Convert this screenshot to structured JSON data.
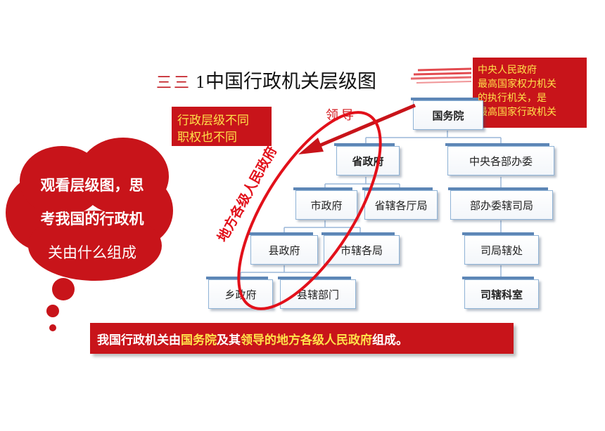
{
  "title": {
    "prefix": "三三",
    "number": "1",
    "text": "中国行政机关层级图"
  },
  "info_box": {
    "lines": [
      "中央人民政府",
      "最高国家权力机关",
      "的执行机关，是",
      "最高国家行政机关"
    ]
  },
  "difference_box": {
    "lines": [
      "行政层级不同",
      "职权也不同"
    ]
  },
  "lead_label": "领导",
  "circle_label": "地方各级人民政府",
  "thought_cloud": {
    "lines": [
      "观看层级图，思",
      "考我国的行政机",
      "关由什么组成"
    ]
  },
  "nodes": {
    "state_council": "国务院",
    "provincial_gov": "省政府",
    "central_ministries": "中央各部办委",
    "city_gov": "市政府",
    "province_depts": "省辖各厅局",
    "ministry_bureaus": "部办委辖司局",
    "county_gov": "县政府",
    "city_bureaus": "市辖各局",
    "bureau_offices": "司局辖处",
    "township_gov": "乡政府",
    "county_depts": "县辖部门",
    "section_units": "司辖科室"
  },
  "conclusion": {
    "part1": "我国行政机关由",
    "highlight1": "国务院",
    "part2": "及其",
    "highlight2": "领导的地方各级人民政府",
    "part3": "组成。"
  },
  "colors": {
    "accent_red": "#c8141a",
    "highlight_yellow": "#ffe14a",
    "node_border": "#8fb3d6"
  }
}
